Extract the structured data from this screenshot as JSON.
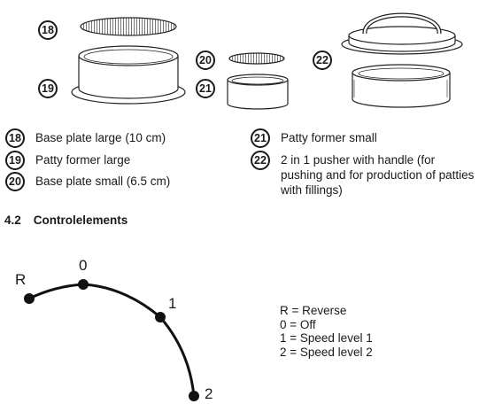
{
  "illustration": {
    "callouts": [
      "18",
      "19",
      "20",
      "21",
      "22"
    ]
  },
  "legend": {
    "left": [
      {
        "number": "18",
        "text": "Base plate large (10 cm)"
      },
      {
        "number": "19",
        "text": "Patty former large"
      },
      {
        "number": "20",
        "text": "Base plate small (6.5 cm)"
      }
    ],
    "right": [
      {
        "number": "21",
        "text": "Patty former small"
      },
      {
        "number": "22",
        "text": "2 in 1 pusher with handle (for\npushing and for production of patties\nwith fillings)"
      }
    ]
  },
  "section": {
    "number": "4.2",
    "title": "Controlelements"
  },
  "dial": {
    "positions": [
      "R",
      "0",
      "1",
      "2"
    ]
  },
  "controls": [
    "R = Reverse",
    "0 = Off",
    "1 = Speed level 1",
    "2 = Speed level 2"
  ]
}
